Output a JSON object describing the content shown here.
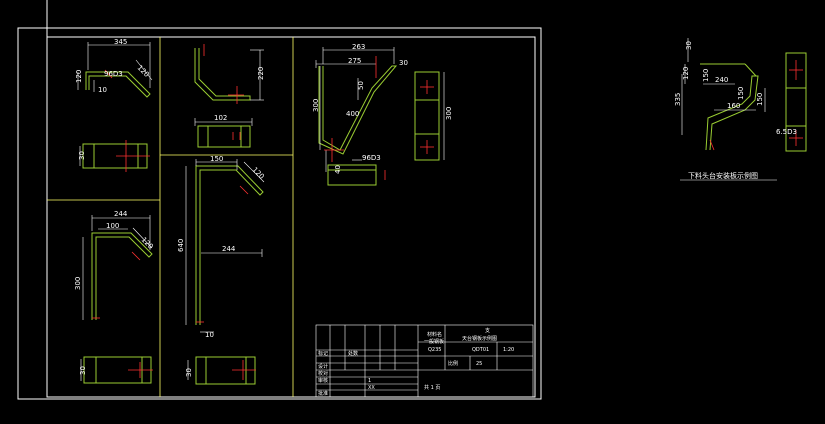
{
  "colors": {
    "background": "#000000",
    "frame": "#ffffff",
    "part": "#9acd32",
    "divider": "#ffff66",
    "center": "#ff3030",
    "title_block": "#ffffff"
  },
  "views": {
    "v1": {
      "dims": [
        "345",
        "120",
        "96D3",
        "120",
        "10",
        "30"
      ]
    },
    "v2": {
      "dims": [
        "220",
        "102"
      ]
    },
    "v3": {
      "dims": [
        "263",
        "275",
        "30",
        "50",
        "300",
        "400",
        "300",
        "40",
        "96D3"
      ]
    },
    "v4": {
      "dims": [
        "244",
        "100",
        "120",
        "300",
        "30"
      ]
    },
    "v5": {
      "dims": [
        "150",
        "120",
        "640",
        "244",
        "10",
        "30"
      ]
    },
    "v6": {
      "dims": [
        "30",
        "120",
        "150",
        "240",
        "150",
        "335",
        "160",
        "150",
        "6.5D3"
      ]
    }
  },
  "caption": "下料头台安装板示例图",
  "title_block": {
    "texts": [
      "材料名",
      "一般钢板",
      "Q235",
      "支",
      "天台钢板示例图",
      "QDT01",
      "1:20",
      "比例",
      "25",
      "标记",
      "处数",
      "设计",
      "校对",
      "审核",
      "批准",
      "1",
      "XX",
      "共 1 页"
    ]
  }
}
